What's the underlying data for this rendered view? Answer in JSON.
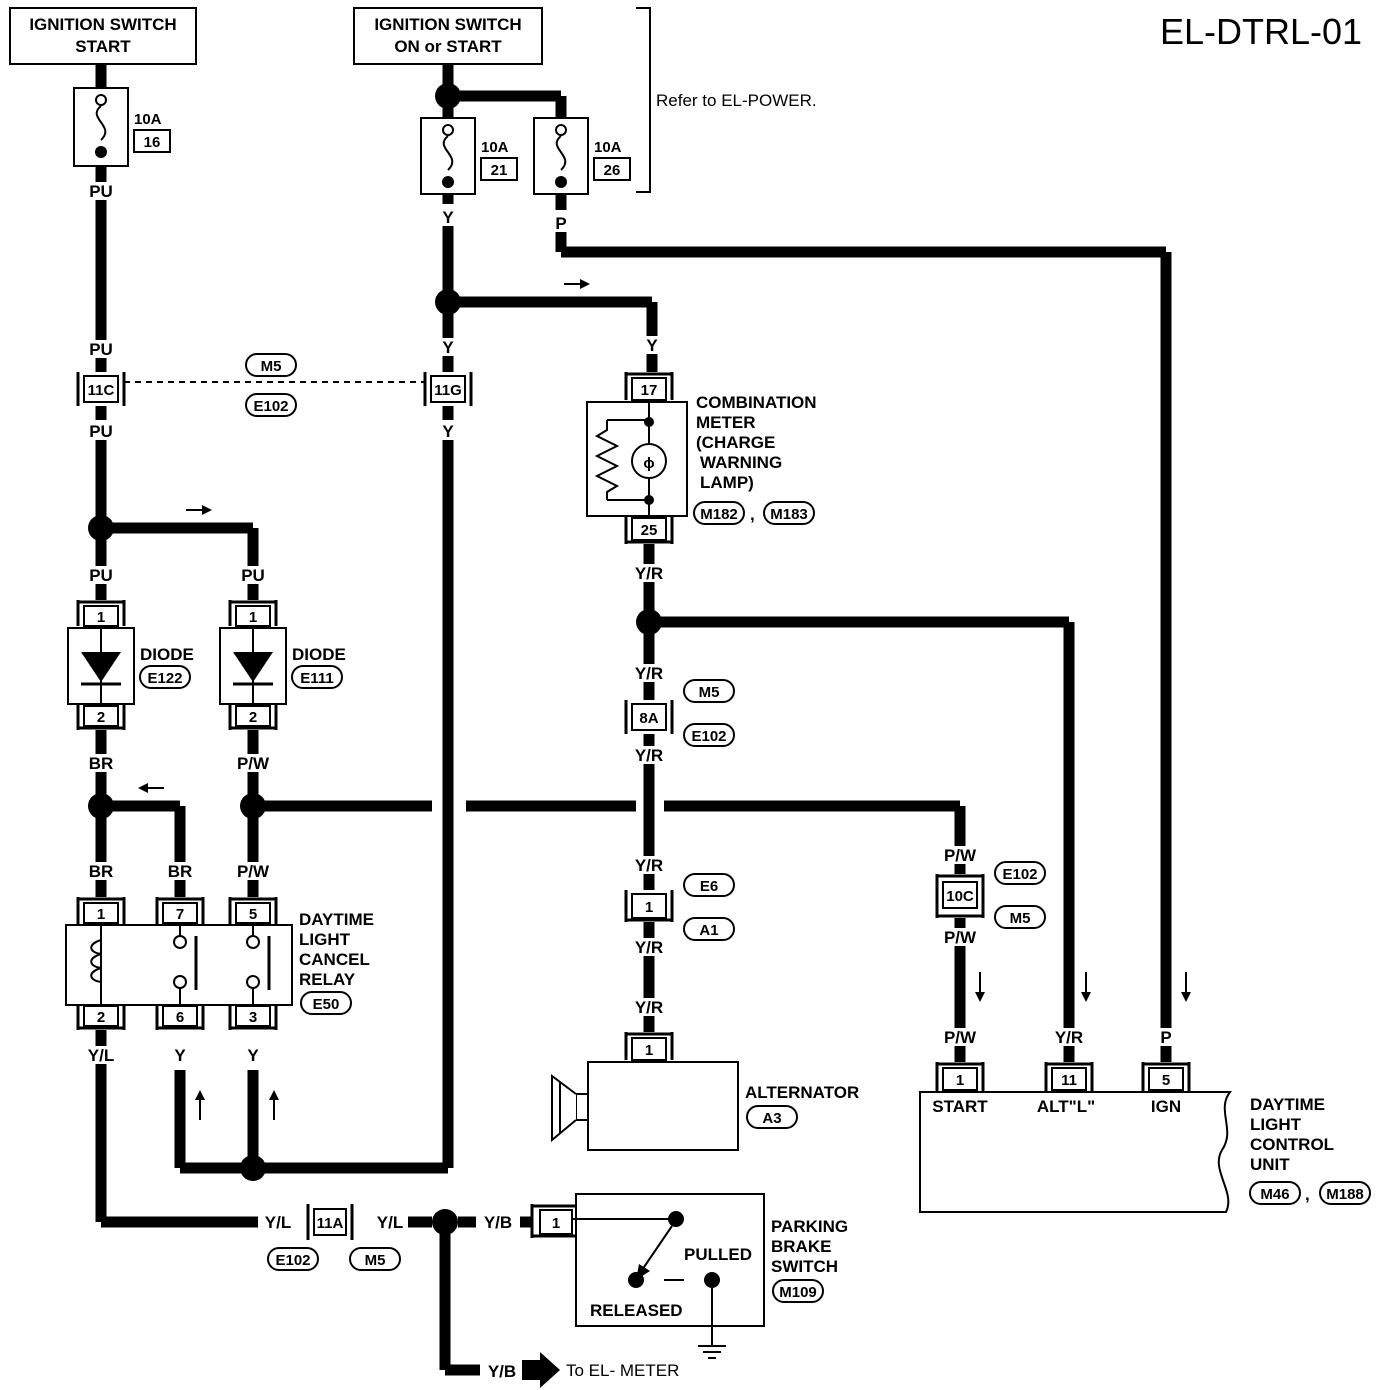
{
  "page_id": "EL-DTRL-01",
  "note": "Refer to EL-POWER.",
  "ign_start": {
    "line1": "IGNITION SWITCH",
    "line2": "START"
  },
  "ign_on": {
    "line1": "IGNITION SWITCH",
    "line2": "ON or START"
  },
  "fuses": [
    {
      "amp": "10A",
      "num": "16"
    },
    {
      "amp": "10A",
      "num": "21"
    },
    {
      "amp": "10A",
      "num": "26"
    }
  ],
  "wires": {
    "pu": "PU",
    "y": "Y",
    "p": "P",
    "yr": "Y/R",
    "br": "BR",
    "pw": "P/W",
    "yl": "Y/L",
    "yb": "Y/B"
  },
  "connectors": {
    "c11c": "11C",
    "c11g": "11G",
    "c8a": "8A",
    "c10c": "10C",
    "c11a": "11A",
    "m5": "M5",
    "e102": "E102",
    "e6": "E6",
    "a1": "A1"
  },
  "combination_meter": {
    "lines": [
      "COMBINATION",
      "METER",
      "(CHARGE",
      "WARNING",
      "LAMP)"
    ],
    "pin_top": "17",
    "pin_bottom": "25",
    "conn1": "M182",
    "conn2": "M183",
    "sep": ","
  },
  "diode1": {
    "label": "DIODE",
    "conn": "E122",
    "pin1": "1",
    "pin2": "2"
  },
  "diode2": {
    "label": "DIODE",
    "conn": "E111",
    "pin1": "1",
    "pin2": "2"
  },
  "relay": {
    "lines": [
      "DAYTIME",
      "LIGHT",
      "CANCEL",
      "RELAY"
    ],
    "conn": "E50",
    "pins_top": [
      "1",
      "7",
      "5"
    ],
    "pins_bottom": [
      "2",
      "6",
      "3"
    ]
  },
  "alternator": {
    "label": "ALTERNATOR",
    "conn": "A3",
    "pin": "1"
  },
  "control_unit": {
    "lines": [
      "DAYTIME",
      "LIGHT",
      "CONTROL",
      "UNIT"
    ],
    "conn1": "M46",
    "conn2": "M188",
    "sep": ",",
    "pins": [
      {
        "num": "1",
        "label": "START"
      },
      {
        "num": "11",
        "label": "ALT\"L\""
      },
      {
        "num": "5",
        "label": "IGN"
      }
    ]
  },
  "parking_brake": {
    "lines": [
      "PARKING",
      "BRAKE",
      "SWITCH"
    ],
    "conn": "M109",
    "pin": "1",
    "pulled": "PULLED",
    "released": "RELEASED"
  },
  "to_meter": "To EL- METER"
}
